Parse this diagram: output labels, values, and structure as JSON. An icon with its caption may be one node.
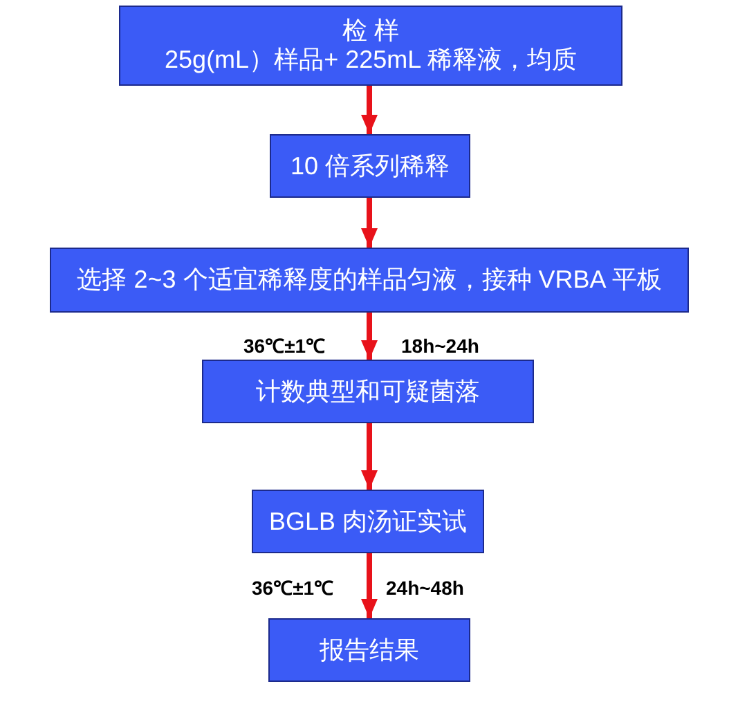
{
  "diagram": {
    "nodes": [
      {
        "text": [
          "检 样",
          "25g(mL）样品+ 225mL 稀释液，均质"
        ]
      },
      {
        "text": [
          "10 倍系列稀释"
        ]
      },
      {
        "text": [
          "选择 2~3 个适宜稀释度的样品匀液，接种 VRBA 平板"
        ]
      },
      {
        "text": [
          "计数典型和可疑菌落"
        ]
      },
      {
        "text": [
          "BGLB 肉汤证实试"
        ]
      },
      {
        "text": [
          "报告结果"
        ]
      }
    ],
    "edges": [
      {
        "from": 0,
        "to": 1,
        "arrow": "to"
      },
      {
        "from": 1,
        "to": 2,
        "arrow": "to"
      },
      {
        "from": 2,
        "to": 3,
        "arrow": "to"
      },
      {
        "from": 3,
        "to": 4,
        "arrow": "to"
      },
      {
        "from": 4,
        "to": 5,
        "arrow": "to"
      }
    ],
    "labels": [
      "36℃±1℃",
      "18h~24h",
      "36℃±1℃",
      "24h~48h"
    ]
  }
}
